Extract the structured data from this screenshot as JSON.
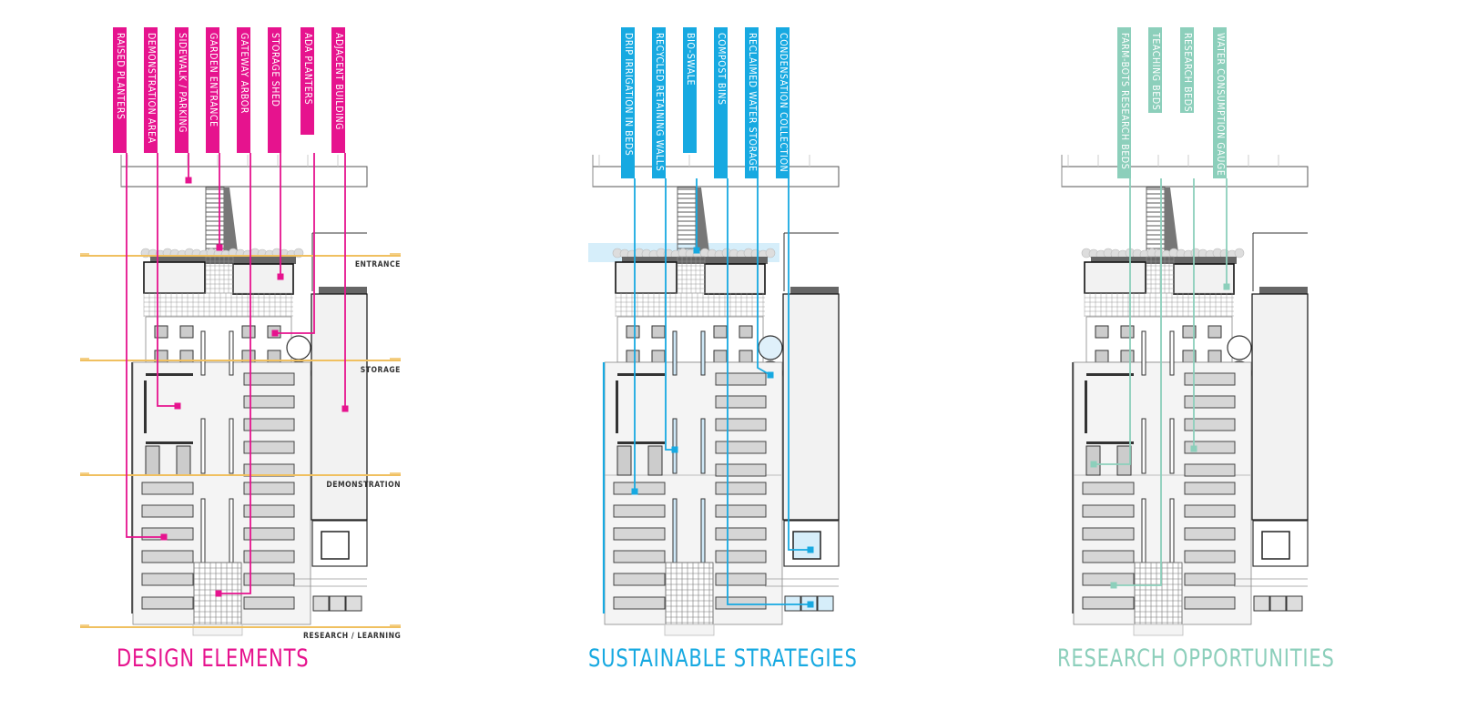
{
  "colors": {
    "design": "#e6138e",
    "sustainable": "#17a9e1",
    "research": "#8ccfbb",
    "zone_line": "#f0c060",
    "plan_line": "#333333"
  },
  "zones": [
    "ENTRANCE",
    "STORAGE",
    "DEMONSTRATION",
    "RESEARCH / LEARNING"
  ],
  "panels": [
    {
      "id": "design",
      "title": "DESIGN ELEMENTS",
      "tags": [
        "RAISED PLANTERS",
        "DEMONSTRATION AREA",
        "SIDEWALK / PARKING",
        "GARDEN ENTRANCE",
        "GATEWAY ARBOR",
        "STORAGE SHED",
        "ADA PLANTERS",
        "ADJACENT BUILDING"
      ]
    },
    {
      "id": "sustainable",
      "title": "SUSTAINABLE STRATEGIES",
      "tags": [
        "DRIP IRRIGATION IN BEDS",
        "RECYCLED RETAINING WALLS",
        "BIO-SWALE",
        "COMPOST BINS",
        "RECLAIMED WATER STORAGE",
        "CONDENSATION COLLECTION"
      ]
    },
    {
      "id": "research",
      "title": "RESEARCH OPPORTUNITIES",
      "tags": [
        "FARM-BOTS RESEARCH BEDS",
        "TEACHING BEDS",
        "RESEARCH BEDS",
        "WATER CONSUMPTION GAUGE"
      ]
    }
  ]
}
